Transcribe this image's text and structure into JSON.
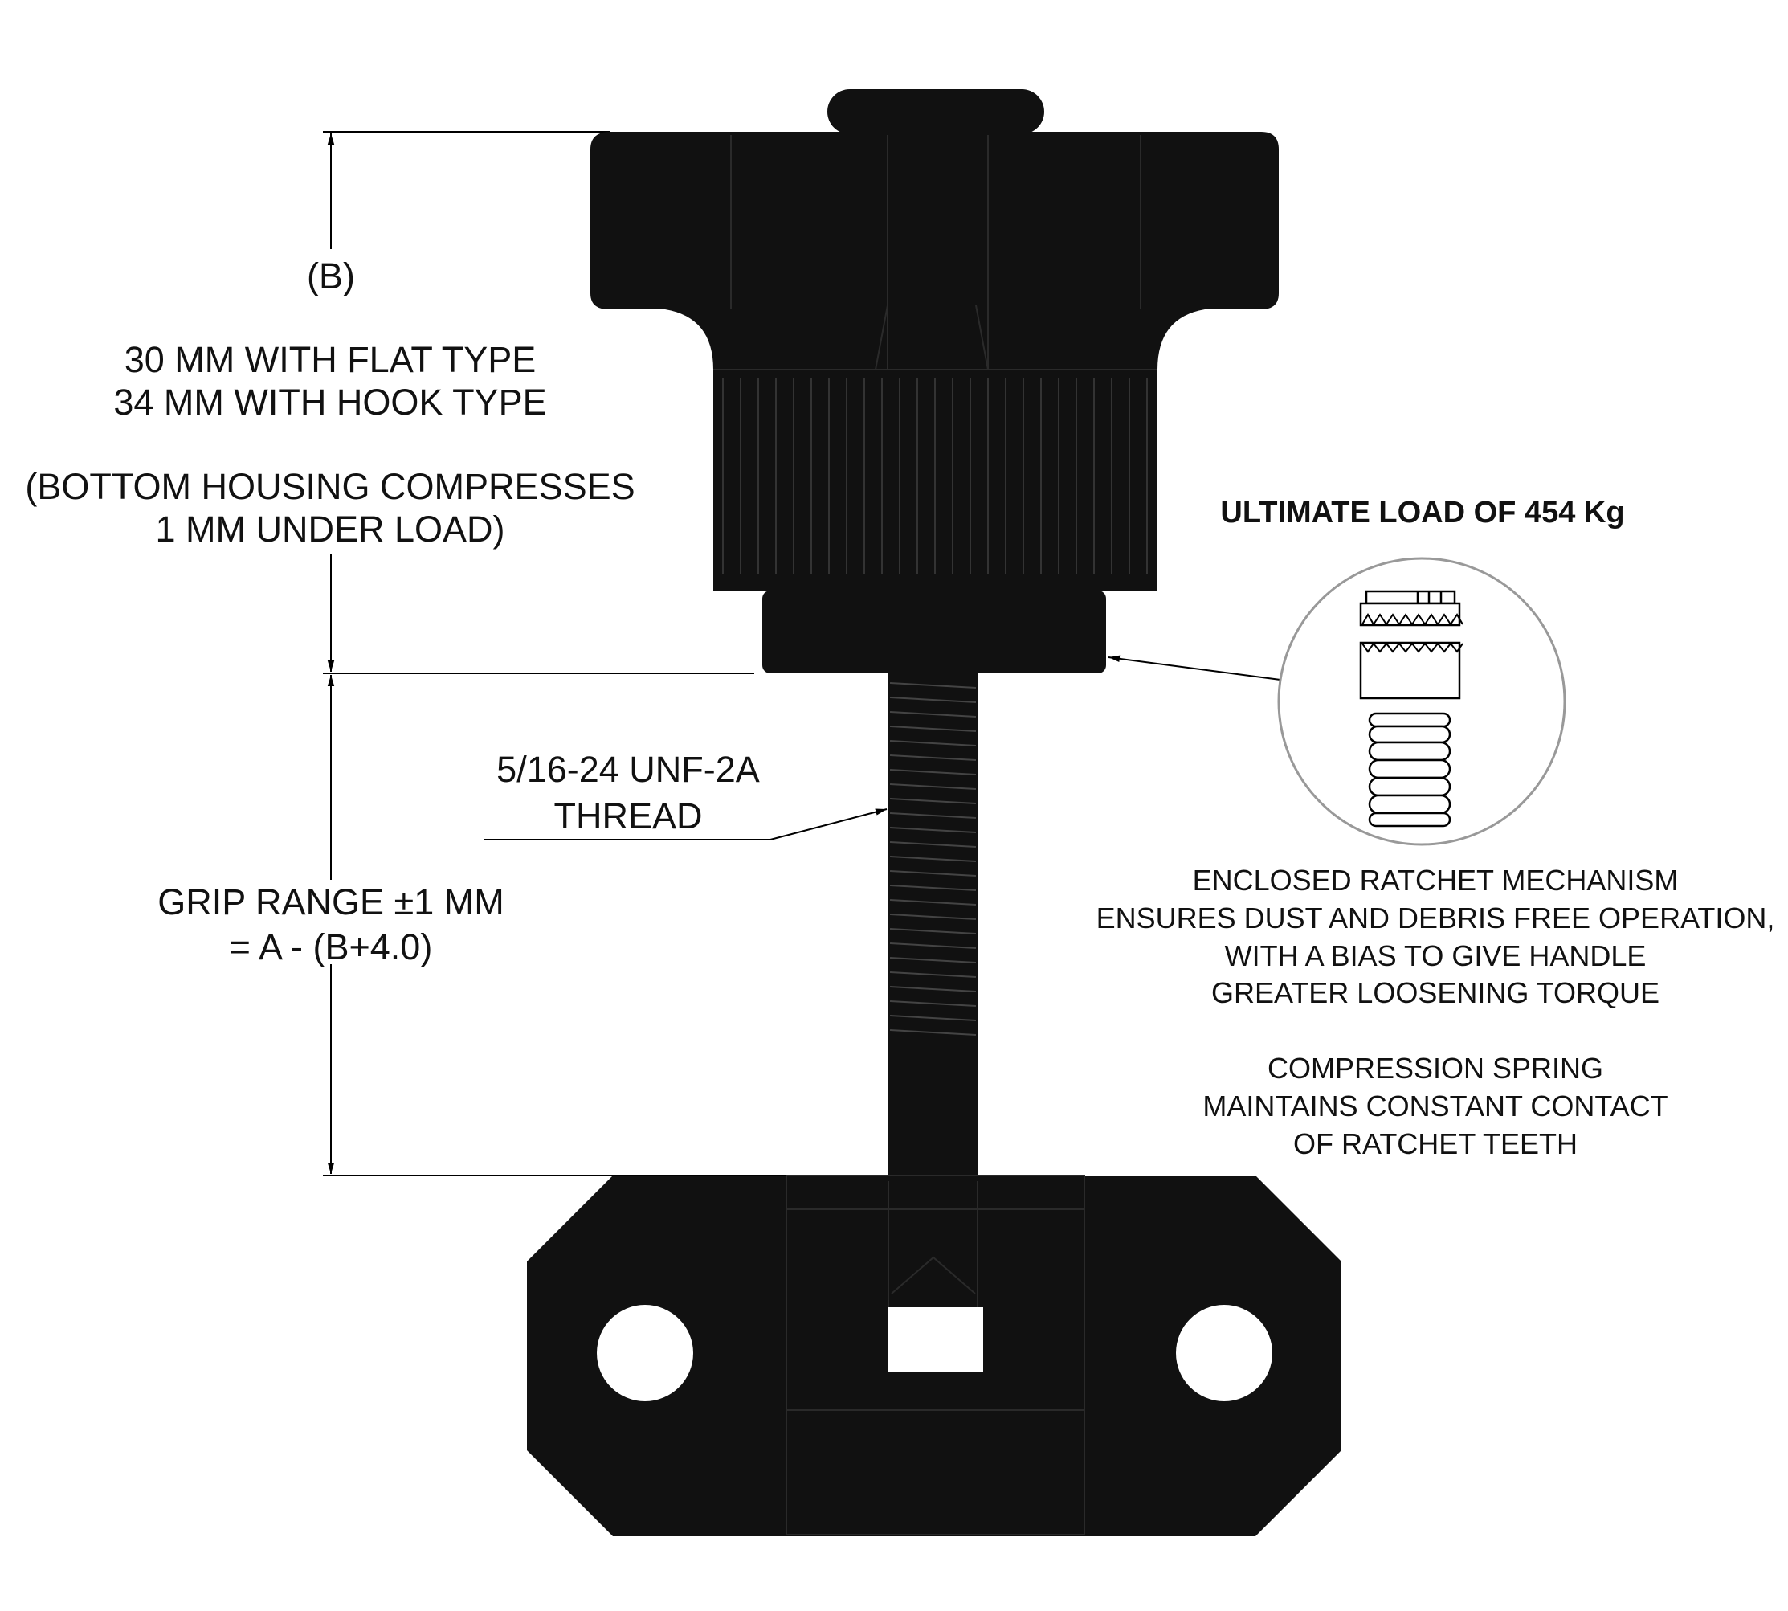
{
  "dimensions": {
    "b_label": "(B)",
    "b_line1": "30 MM WITH FLAT TYPE",
    "b_line2": "34 MM WITH HOOK TYPE",
    "b_note1": "(BOTTOM HOUSING COMPRESSES",
    "b_note2": "1 MM UNDER LOAD)",
    "grip_line1": "GRIP RANGE ±1 MM",
    "grip_line2": "= A - (B+4.0)"
  },
  "thread": {
    "line1": "5/16-24 UNF-2A",
    "line2": "THREAD"
  },
  "callout": {
    "title": "ULTIMATE LOAD OF 454 Kg",
    "ratchet_lines": [
      "ENCLOSED RATCHET MECHANISM",
      "ENSURES DUST AND DEBRIS FREE OPERATION,",
      "WITH A BIAS TO GIVE HANDLE",
      "GREATER LOOSENING TORQUE"
    ],
    "spring_lines": [
      "COMPRESSION SPRING",
      "MAINTAINS CONSTANT CONTACT",
      "OF RATCHET TEETH"
    ]
  },
  "colors": {
    "part": "#111111",
    "inset_circle": "#999999"
  }
}
